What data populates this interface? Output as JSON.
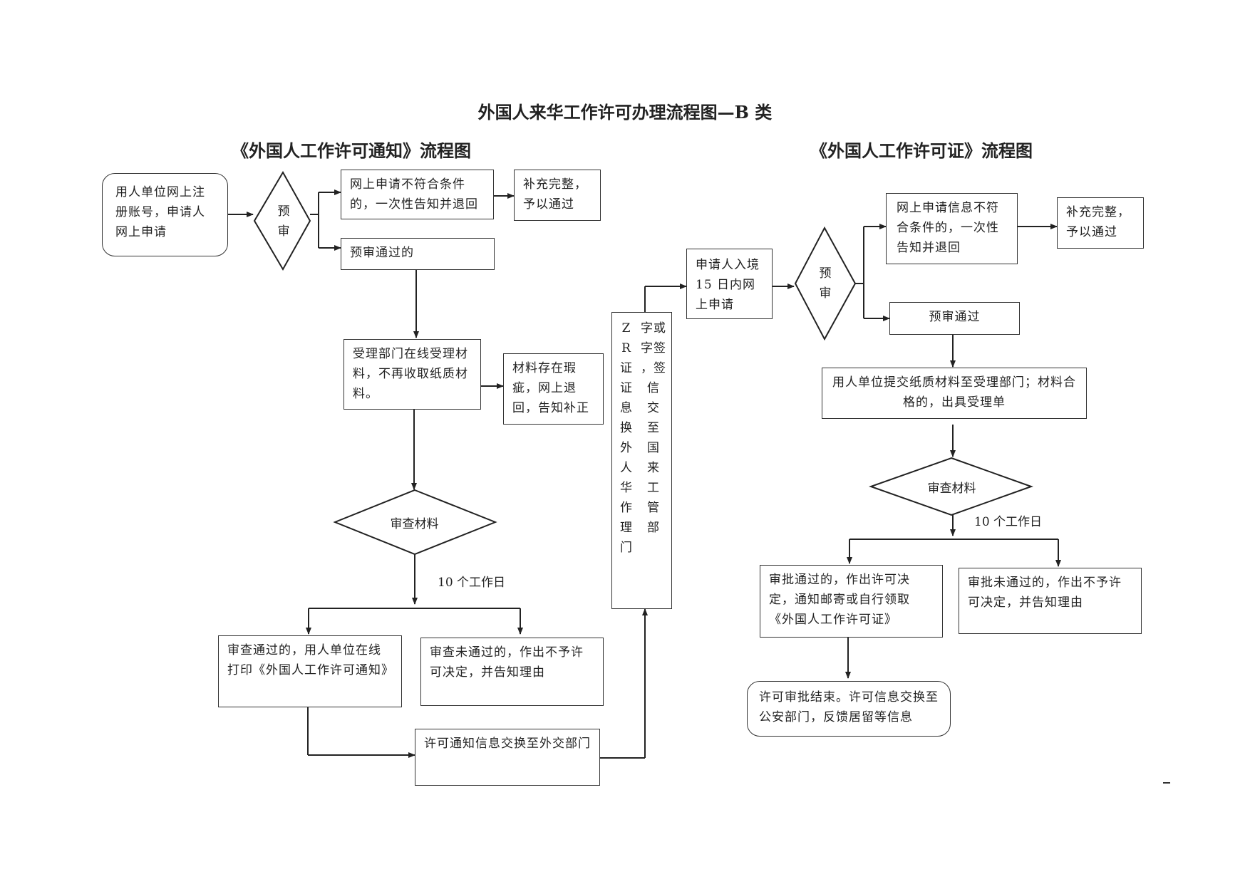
{
  "title": "外国人来华工作许可办理流程图—B 类",
  "left_heading": "《外国人工作许可通知》流程图",
  "right_heading": "《外国人工作许可证》流程图",
  "left": {
    "start": "用人单位网上注册账号，申请人网上申请",
    "prereview_1": "预",
    "prereview_2": "审",
    "reject": "网上申请不符合条件的，一次性告知并退回",
    "supplement": "补充完整，予以通过",
    "passed": "预审通过的",
    "accept": "受理部门在线受理材料，不再收取纸质材料。",
    "defect": "材料存在瑕疵，网上退回，告知补正",
    "review": "审查材料",
    "days": "10 个工作日",
    "approve": "审查通过的，用人单位在线打印《外国人工作许可通知》",
    "deny": "审查未通过的，作出不予许可决定，并告知理由",
    "exchange": "许可通知信息交换至外交部门"
  },
  "visa": {
    "col1": [
      "Z",
      "R",
      "证",
      "证",
      "息",
      "换",
      "外",
      "人",
      "华",
      "作",
      "理",
      "门"
    ],
    "col2": [
      "字或",
      "字签",
      "，签",
      "信",
      "交",
      "至",
      "国",
      "来",
      "工",
      "管",
      "部"
    ]
  },
  "right": {
    "apply": "申请人入境 15 日内网上申请",
    "prereview_1": "预",
    "prereview_2": "审",
    "reject": "网上申请信息不符合条件的，一次性告知并退回",
    "supplement": "补充完整，予以通过",
    "passed": "预审通过",
    "submit": "用人单位提交纸质材料至受理部门；材料合格的，出具受理单",
    "review": "审查材料",
    "days": "10 个工作日",
    "approve": "审批通过的，作出许可决定，通知邮寄或自行领取《外国人工作许可证》",
    "deny": "审批未通过的，作出不予许可决定，并告知理由",
    "end": "许可审批结束。许可信息交换至公安部门，反馈居留等信息"
  }
}
